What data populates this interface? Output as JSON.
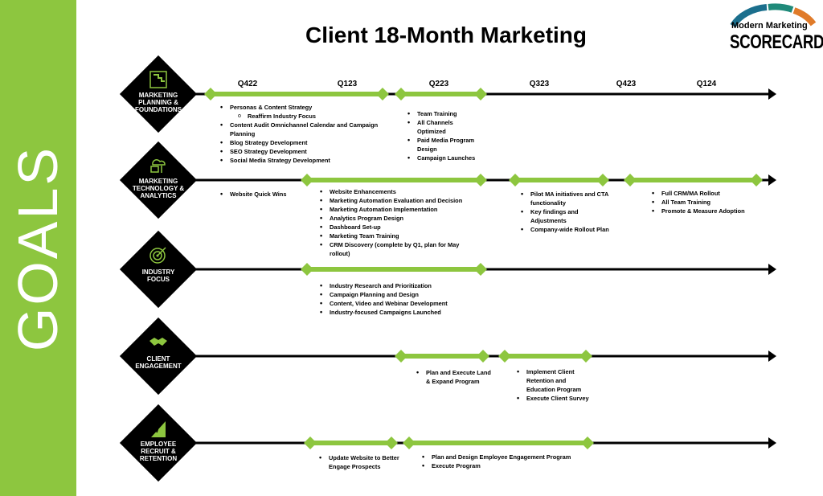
{
  "title": "Client 18-Month Marketing",
  "side_label": "GOALS",
  "logo": {
    "line1": "Modern Marketing",
    "line2": "SCORECARD"
  },
  "quarters": [
    "Q422",
    "Q123",
    "Q223",
    "Q323",
    "Q423",
    "Q124"
  ],
  "colors": {
    "accent": "#8dc63f",
    "dark": "#000000",
    "logo_blue": "#1b6f8d",
    "logo_orange": "#e07b2a"
  },
  "goals": [
    {
      "label": [
        "MARKETING",
        "PLANNING &",
        "FOUNDATIONS"
      ],
      "icon": "planning-chart-icon",
      "blocks": [
        {
          "items": [
            {
              "text": "Personas & Content Strategy"
            },
            {
              "text": "Reaffirm Industry Focus",
              "sub": true
            },
            {
              "text": "Content Audit Omnichannel Calendar and Campaign Planning"
            },
            {
              "text": "Blog Strategy Development"
            },
            {
              "text": "SEO Strategy Development"
            },
            {
              "text": "Social Media Strategy Development"
            }
          ]
        },
        {
          "items": [
            {
              "text": "Team Training"
            },
            {
              "text": "All Channels Optimized"
            },
            {
              "text": "Paid Media Program Design"
            },
            {
              "text": "Campaign Launches"
            }
          ]
        }
      ]
    },
    {
      "label": [
        "MARKETING",
        "TECHNOLOGY &",
        "ANALYTICS"
      ],
      "icon": "technology-cloud-icon",
      "blocks": [
        {
          "items": [
            {
              "text": "Website Quick Wins"
            }
          ]
        },
        {
          "items": [
            {
              "text": "Website Enhancements"
            },
            {
              "text": "Marketing Automation Evaluation and Decision"
            },
            {
              "text": "Marketing Automation Implementation"
            },
            {
              "text": "Analytics Program Design"
            },
            {
              "text": "Dashboard Set-up"
            },
            {
              "text": "Marketing Team Training"
            },
            {
              "text": "CRM Discovery (complete by Q1, plan for May rollout)"
            }
          ]
        },
        {
          "items": [
            {
              "text": "Pilot MA initiatives and CTA functionality"
            },
            {
              "text": "Key findings and Adjustments"
            },
            {
              "text": "Company-wide Rollout Plan"
            }
          ]
        },
        {
          "items": [
            {
              "text": "Full CRM/MA Rollout"
            },
            {
              "text": "All Team Training"
            },
            {
              "text": "Promote & Measure Adoption"
            }
          ]
        }
      ]
    },
    {
      "label": [
        "INDUSTRY",
        "FOCUS"
      ],
      "icon": "target-icon",
      "blocks": [
        {
          "items": [
            {
              "text": "Industry Research and Prioritization"
            },
            {
              "text": "Campaign Planning and Design"
            },
            {
              "text": "Content, Video and Webinar Development"
            },
            {
              "text": "Industry-focused Campaigns Launched"
            }
          ]
        }
      ]
    },
    {
      "label": [
        "CLIENT",
        "ENGAGEMENT"
      ],
      "icon": "handshake-icon",
      "blocks": [
        {
          "items": [
            {
              "text": "Plan and Execute Land & Expand Program"
            }
          ]
        },
        {
          "items": [
            {
              "text": "Implement Client Retention and Education Program"
            },
            {
              "text": "Execute Client Survey"
            }
          ]
        }
      ]
    },
    {
      "label": [
        "EMPLOYEE",
        "RECRUIT &",
        "RETENTION"
      ],
      "icon": "climber-icon",
      "blocks": [
        {
          "items": [
            {
              "text": "Update Website to Better Engage Prospects"
            }
          ]
        },
        {
          "items": [
            {
              "text": "Plan and Design Employee Engagement Program"
            },
            {
              "text": "Execute Program"
            }
          ]
        }
      ]
    }
  ]
}
